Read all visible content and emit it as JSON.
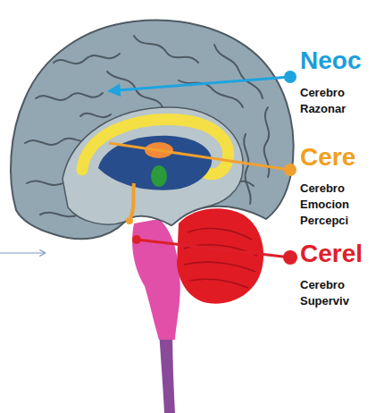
{
  "diagram": {
    "labels": [
      "Neoc",
      "Cerebro Razonar",
      "Cere",
      "Cerebro Emocion Percepci",
      "Cerel",
      "Cerebro Superviv"
    ]
  }
}
